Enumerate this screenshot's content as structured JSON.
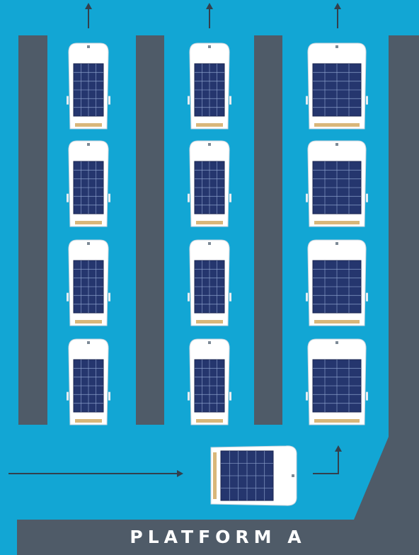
{
  "platform": {
    "label": "PLATFORM A"
  },
  "colors": {
    "water": "#12a6d4",
    "pier": "#4f5b68",
    "boat_hull": "#ffffff",
    "solar_panel": "#25366e",
    "panel_grid": "#8fa3cf",
    "stern_deck": "#d9b77a",
    "arrow": "#33404d"
  },
  "moored_boats": {
    "columns": 3,
    "rows": 4
  },
  "icons": {
    "boat": "solar-boat-icon",
    "departure": "arrow-up-icon",
    "approach": "arrow-right-icon"
  }
}
